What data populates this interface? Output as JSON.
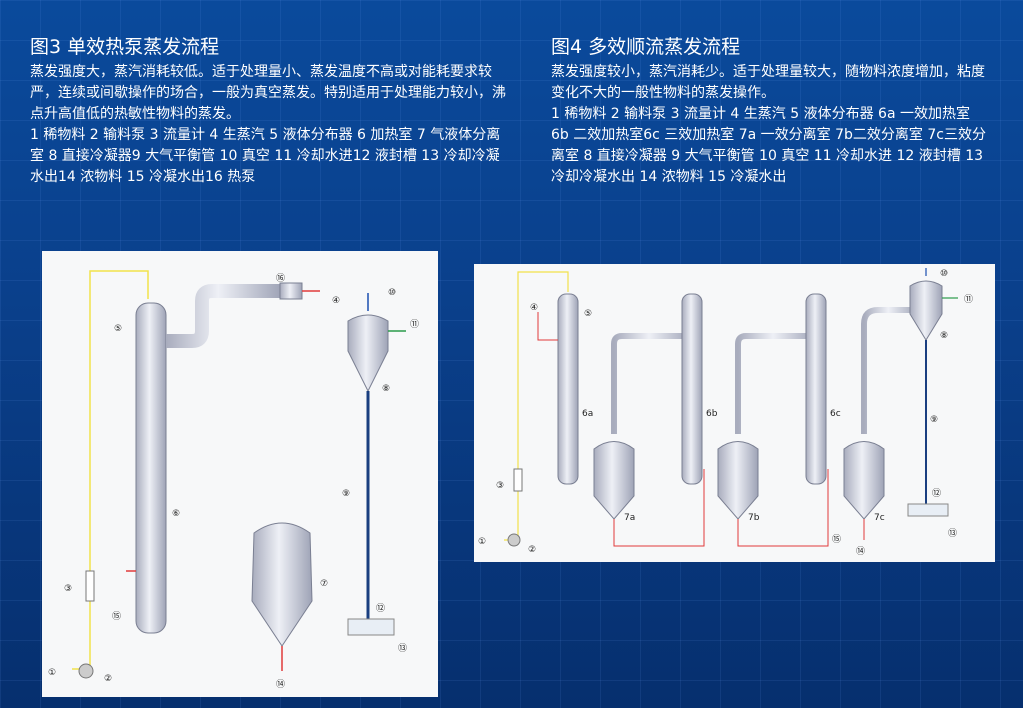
{
  "fig3": {
    "title": "图3 单效热泵蒸发流程",
    "description": "蒸发强度大，蒸汽消耗较低。适于处理量小、蒸发温度不高或对能耗要求较严，连续或间歇操作的场合，一般为真空蒸发。特别适用于处理能力较小，沸点升高值低的热敏性物料的蒸发。",
    "legend": "1 稀物料 2 输料泵 3 流量计 4 生蒸汽 5 液体分布器 6 加热室 7 气液体分离室 8 直接冷凝器9 大气平衡管 10 真空 11 冷却水进12 液封槽 13 冷却冷凝水出14 浓物料 15 冷凝水出16 热泵",
    "labels": [
      "①",
      "②",
      "③",
      "④",
      "⑤",
      "⑥",
      "⑦",
      "⑧",
      "⑨",
      "⑩",
      "⑪",
      "⑫",
      "⑬",
      "⑭",
      "⑮",
      "⑯"
    ]
  },
  "fig4": {
    "title": "图4 多效顺流蒸发流程",
    "description": "蒸发强度较小，蒸汽消耗少。适于处理量较大，随物料浓度增加，粘度变化不大的一般性物料的蒸发操作。",
    "legend": "1 稀物料 2 输料泵 3 流量计 4 生蒸汽 5 液体分布器 6a 一效加热室 6b 二效加热室6c 三效加热室 7a 一效分离室 7b二效分离室 7c三效分离室 8 直接冷凝器 9 大气平衡管  10 真空 11 冷却水进 12 液封槽 13 冷却冷凝水出 14 浓物料 15 冷凝水出",
    "labels": [
      "①",
      "②",
      "③",
      "④",
      "⑤",
      "6a",
      "6b",
      "6c",
      "7a",
      "7b",
      "7c",
      "⑧",
      "⑨",
      "⑩",
      "⑪",
      "⑫",
      "⑬",
      "⑭",
      "⑮"
    ]
  },
  "colors": {
    "background": "#0a4a9c",
    "feed_line": "#f2e24a",
    "steam_line": "#e03a3a",
    "vessel": "#c9ccd8",
    "vacuum_line": "#1a4fb0"
  }
}
